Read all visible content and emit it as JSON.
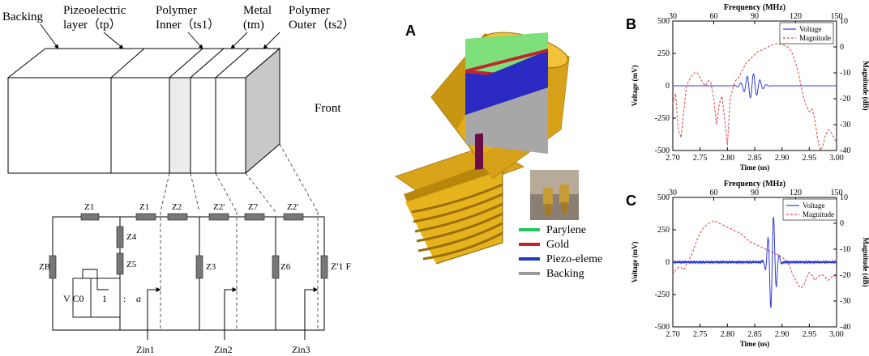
{
  "left": {
    "top_labels": {
      "backing": "Backing",
      "piezo_1": "Pizeoelectric",
      "piezo_2": "layer（tp）",
      "inner_1": "Polymer",
      "inner_2": "Inner（ts1）",
      "metal_1": "Metal",
      "metal_2": "(tm)",
      "outer_1": "Polymer",
      "outer_2": "Outer（ts2）"
    },
    "front": "Front",
    "circuit": {
      "z1a": "Z1",
      "z1b": "Z1",
      "z2a": "Z2",
      "z2b": "Z2'",
      "z7": "Z7",
      "z2c": "Z2'",
      "z4": "Z4",
      "z5": "Z5",
      "z3": "Z3",
      "z6": "Z6",
      "zb": "ZB",
      "zf": "Z'1 F",
      "vc0": "V C0",
      "ratio_1": "1",
      "ratio_colon": ":",
      "ratio_a": "a",
      "zin1": "Zin1",
      "zin2": "Zin2",
      "zin3": "Zin3"
    }
  },
  "middle": {
    "panel_label": "A",
    "legend": [
      {
        "label": "Parylene",
        "color": "#22c55e"
      },
      {
        "label": "Gold",
        "color": "#c0262c"
      },
      {
        "label": "Piezo-eleme",
        "color": "#1e3ab8"
      },
      {
        "label": "Backing",
        "color": "#9a9a9a"
      }
    ],
    "colors": {
      "body": "#e6b31c",
      "body_dark": "#b8860b",
      "piezo": "#2b2bc4",
      "backing": "#a7a7a7",
      "parylene": "#7ee07a",
      "gold_layer": "#c0262c",
      "wire": "#6a0d46"
    }
  },
  "chart_data": [
    {
      "panel_label": "B",
      "type": "line",
      "title": "Frequency (MHz)",
      "xlabel": "Time (us)",
      "ylabel": "Voltage (mV)",
      "ylabel_right": "Magnitude (dB)",
      "xlim": [
        2.7,
        3.0
      ],
      "xticks": [
        "2.70",
        "2.75",
        "2.80",
        "2.85",
        "2.90",
        "2.95",
        "3.00"
      ],
      "ylim": [
        -500,
        500
      ],
      "yticks": [
        "500",
        "250",
        "0",
        "-250",
        "-500"
      ],
      "ylim_right": [
        -40,
        10
      ],
      "yticks_right": [
        "10",
        "0",
        "-10",
        "-20",
        "-30",
        "-40"
      ],
      "top_ticks": [
        "30",
        "60",
        "90",
        "120",
        "150"
      ],
      "legend": [
        "Voltage",
        "Magnitude"
      ],
      "voltage": {
        "baseline": 0,
        "burst_center": 2.845,
        "burst_sigma": 0.012,
        "amplitude": 95,
        "freq_mhz": 85
      },
      "magnitude": {
        "x": [
          2.7,
          2.705,
          2.71,
          2.715,
          2.72,
          2.725,
          2.73,
          2.735,
          2.74,
          2.745,
          2.75,
          2.755,
          2.76,
          2.765,
          2.77,
          2.775,
          2.78,
          2.785,
          2.79,
          2.795,
          2.8,
          2.805,
          2.81,
          2.815,
          2.82,
          2.825,
          2.83,
          2.835,
          2.84,
          2.845,
          2.85,
          2.855,
          2.86,
          2.865,
          2.87,
          2.875,
          2.88,
          2.885,
          2.89,
          2.895,
          2.9,
          2.905,
          2.91,
          2.915,
          2.92,
          2.925,
          2.93,
          2.935,
          2.94,
          2.945,
          2.95,
          2.955,
          2.96,
          2.965,
          2.97,
          2.975,
          2.98,
          2.985,
          2.99,
          2.995,
          3.0
        ],
        "y": [
          -22,
          -18,
          -32,
          -35,
          -25,
          -15,
          -13,
          -11,
          -10,
          -10,
          -12,
          -14,
          -15,
          -13,
          -14,
          -20,
          -30,
          -22,
          -19,
          -28,
          -38,
          -20,
          -16,
          -13,
          -12,
          -10,
          -8,
          -6,
          -5,
          -4,
          -3,
          -2,
          -1.5,
          -1,
          -0.5,
          0,
          0.5,
          1,
          1.2,
          1.2,
          1,
          0.5,
          0,
          -1,
          -3,
          -6,
          -10,
          -15,
          -20,
          -23,
          -25,
          -24,
          -28,
          -35,
          -40,
          -38,
          -34,
          -32,
          -33,
          -35,
          -37
        ]
      }
    },
    {
      "panel_label": "C",
      "type": "line",
      "title": "Frequency (MHz)",
      "xlabel": "Time (us)",
      "ylabel": "Voltage (mV)",
      "ylabel_right": "Magnitude (dB)",
      "xlim": [
        2.7,
        3.0
      ],
      "xticks": [
        "2.70",
        "2.75",
        "2.80",
        "2.85",
        "2.90",
        "2.95",
        "3.00"
      ],
      "ylim": [
        -500,
        500
      ],
      "yticks": [
        "500",
        "250",
        "0",
        "-250",
        "-500"
      ],
      "ylim_right": [
        -40,
        10
      ],
      "yticks_right": [
        "10",
        "0",
        "-10",
        "-20",
        "-30",
        "-40"
      ],
      "top_ticks": [
        "30",
        "60",
        "90",
        "120",
        "150"
      ],
      "legend": [
        "Voltage",
        "Magnitude"
      ],
      "voltage": {
        "baseline": 0,
        "burst_center": 2.882,
        "burst_sigma": 0.0065,
        "amplitude": 380,
        "freq_mhz": 95
      },
      "magnitude": {
        "x": [
          2.7,
          2.705,
          2.71,
          2.715,
          2.72,
          2.725,
          2.73,
          2.735,
          2.74,
          2.745,
          2.75,
          2.755,
          2.76,
          2.765,
          2.77,
          2.775,
          2.78,
          2.785,
          2.79,
          2.795,
          2.8,
          2.805,
          2.81,
          2.815,
          2.82,
          2.825,
          2.83,
          2.835,
          2.84,
          2.845,
          2.85,
          2.855,
          2.86,
          2.865,
          2.87,
          2.875,
          2.88,
          2.885,
          2.89,
          2.895,
          2.9,
          2.905,
          2.91,
          2.915,
          2.92,
          2.925,
          2.93,
          2.935,
          2.94,
          2.945,
          2.95,
          2.955,
          2.96,
          2.965,
          2.97,
          2.975,
          2.98,
          2.985,
          2.99,
          2.995,
          3.0
        ],
        "y": [
          -20,
          -18,
          -17,
          -17,
          -18,
          -16,
          -14,
          -12,
          -9,
          -6,
          -4,
          -2,
          -1,
          0,
          0.5,
          1,
          0.5,
          0,
          -0.5,
          -1,
          -1.5,
          -2,
          -2.5,
          -3,
          -3.5,
          -4,
          -5,
          -6,
          -7,
          -7.5,
          -8,
          -8.5,
          -9,
          -9.5,
          -10,
          -10.5,
          -11,
          -11.5,
          -12,
          -12.5,
          -13,
          -14,
          -15,
          -17,
          -20,
          -22,
          -24,
          -25,
          -24,
          -21,
          -19,
          -20,
          -22,
          -21,
          -20,
          -20,
          -21,
          -22,
          -21,
          -20,
          -21
        ]
      }
    }
  ]
}
